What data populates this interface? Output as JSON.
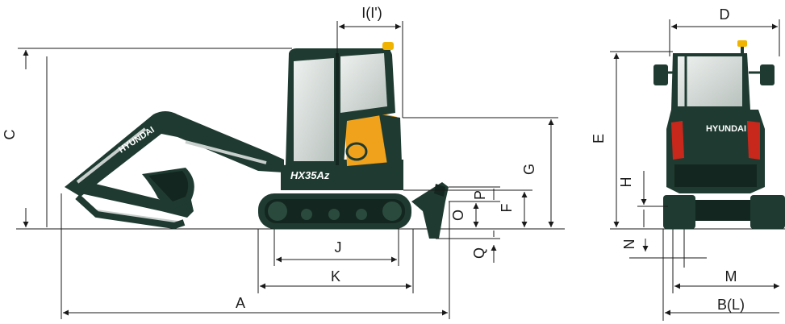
{
  "labels": {
    "A": "A",
    "B_L": "B(L)",
    "C": "C",
    "D": "D",
    "E": "E",
    "F": "F",
    "G": "G",
    "H": "H",
    "I": "I(I')",
    "J": "J",
    "K": "K",
    "M": "M",
    "N": "N",
    "O": "O",
    "P": "P",
    "Q": "Q"
  },
  "branding": {
    "boom_text": "HYUNDAI",
    "rear_text": "HYUNDAI",
    "model": "HX35Az"
  },
  "colors": {
    "body": "#1f3b31",
    "body_dark": "#13261f",
    "accent": "#f0a21c",
    "glass": "#d9dedb",
    "taillight": "#c8281c",
    "beacon": "#f0b400"
  }
}
